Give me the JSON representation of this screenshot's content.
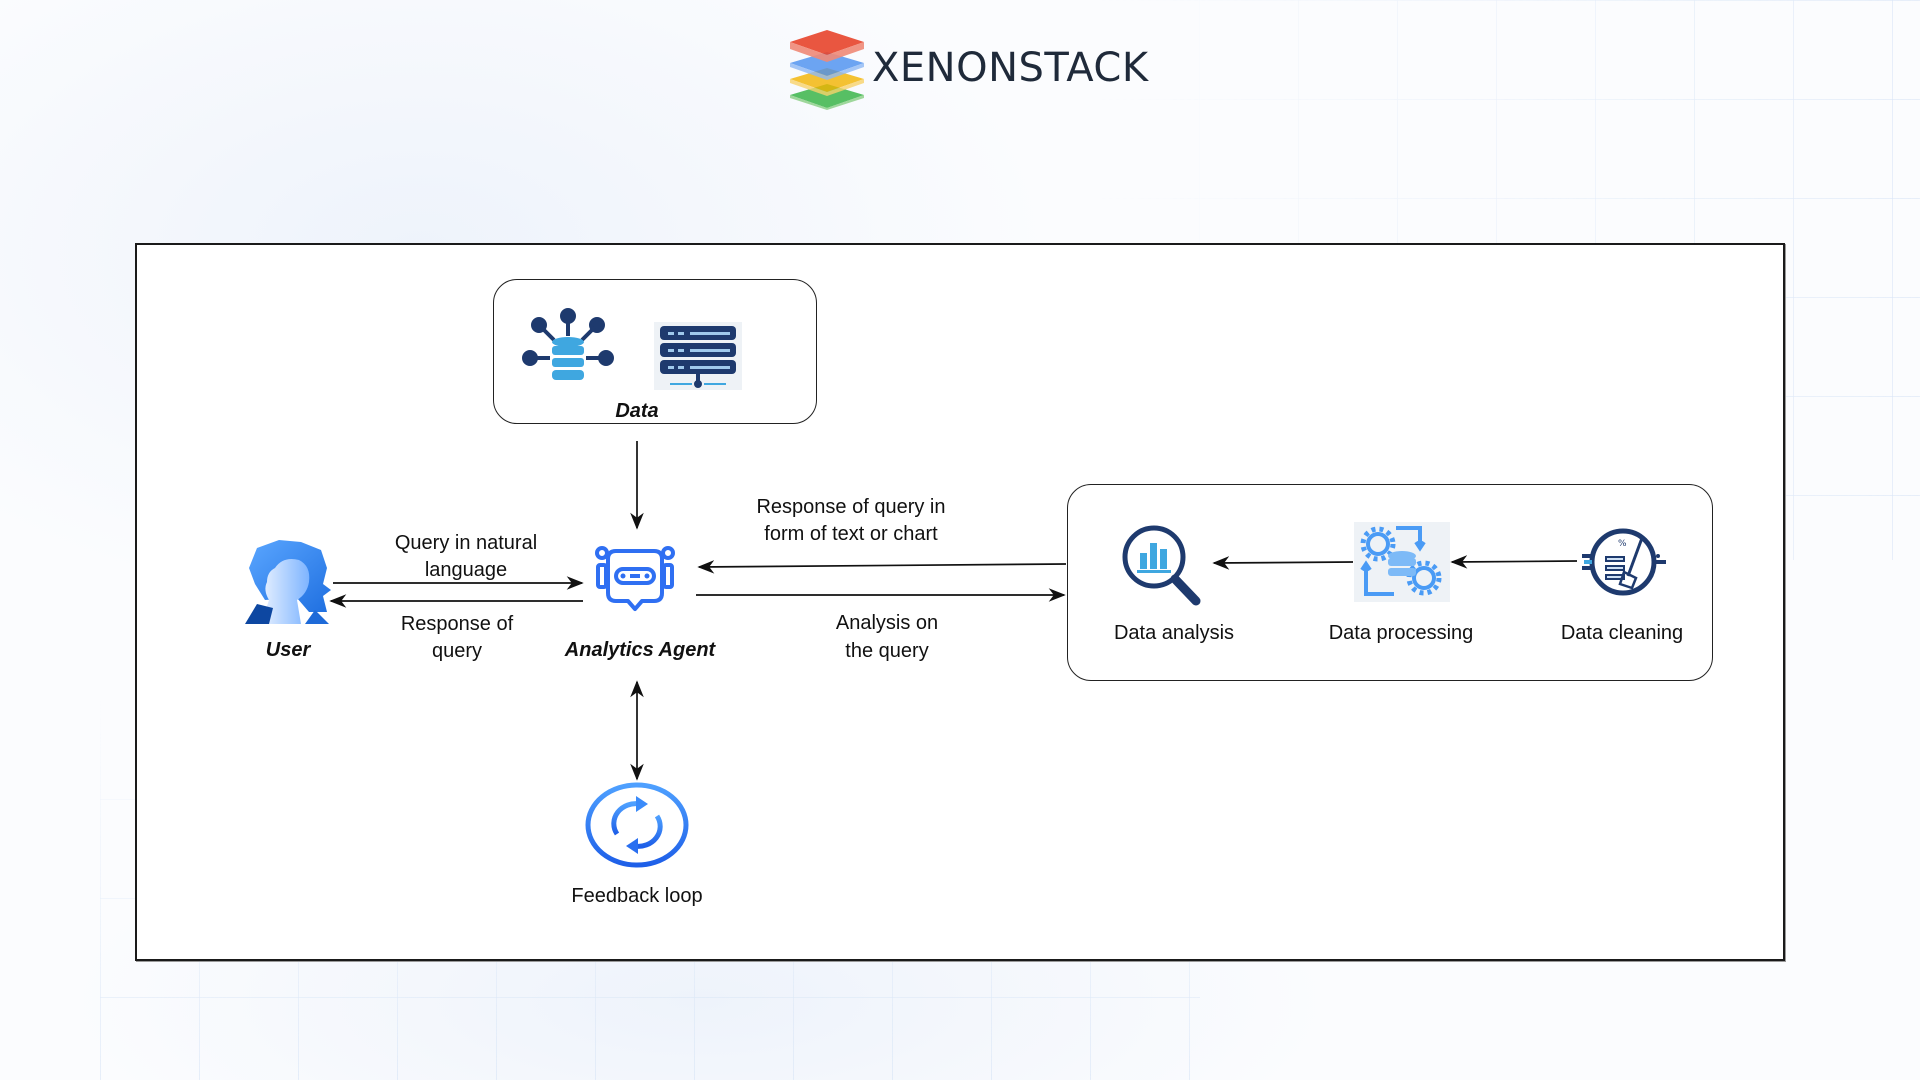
{
  "brand": {
    "name": "XENONSTACK",
    "logo_icon": "stacked-layers-icon",
    "logo_colors": [
      "#e8452c",
      "#4a8ff0",
      "#f4b400",
      "#3bb54a"
    ]
  },
  "diagram": {
    "title_nodes": {
      "data": {
        "label": "Data",
        "icons": [
          "database-network-icon",
          "server-rack-icon"
        ]
      },
      "user": {
        "label": "User",
        "icon": "users-icon"
      },
      "agent": {
        "label": "Analytics Agent",
        "icon": "chatbot-icon"
      },
      "feedback": {
        "label": "Feedback loop",
        "icon": "refresh-cycle-icon"
      }
    },
    "pipeline": {
      "steps": [
        {
          "label": "Data analysis",
          "icon": "magnifier-chart-icon"
        },
        {
          "label": "Data processing",
          "icon": "gears-database-icon"
        },
        {
          "label": "Data cleaning",
          "icon": "broom-database-icon"
        }
      ]
    },
    "edges": {
      "query": {
        "line1": "Query in natural",
        "line2": "language"
      },
      "response": {
        "line1": "Response of",
        "line2": "query"
      },
      "result": {
        "line1": "Response of query in",
        "line2": "form of text or chart"
      },
      "analysis": {
        "line1": "Analysis  on",
        "line2": "the query"
      }
    },
    "colors": {
      "icon_dark": "#1e3a6e",
      "icon_light": "#3fa7e0",
      "icon_blue": "#2f6ff2",
      "line": "#111111"
    }
  }
}
